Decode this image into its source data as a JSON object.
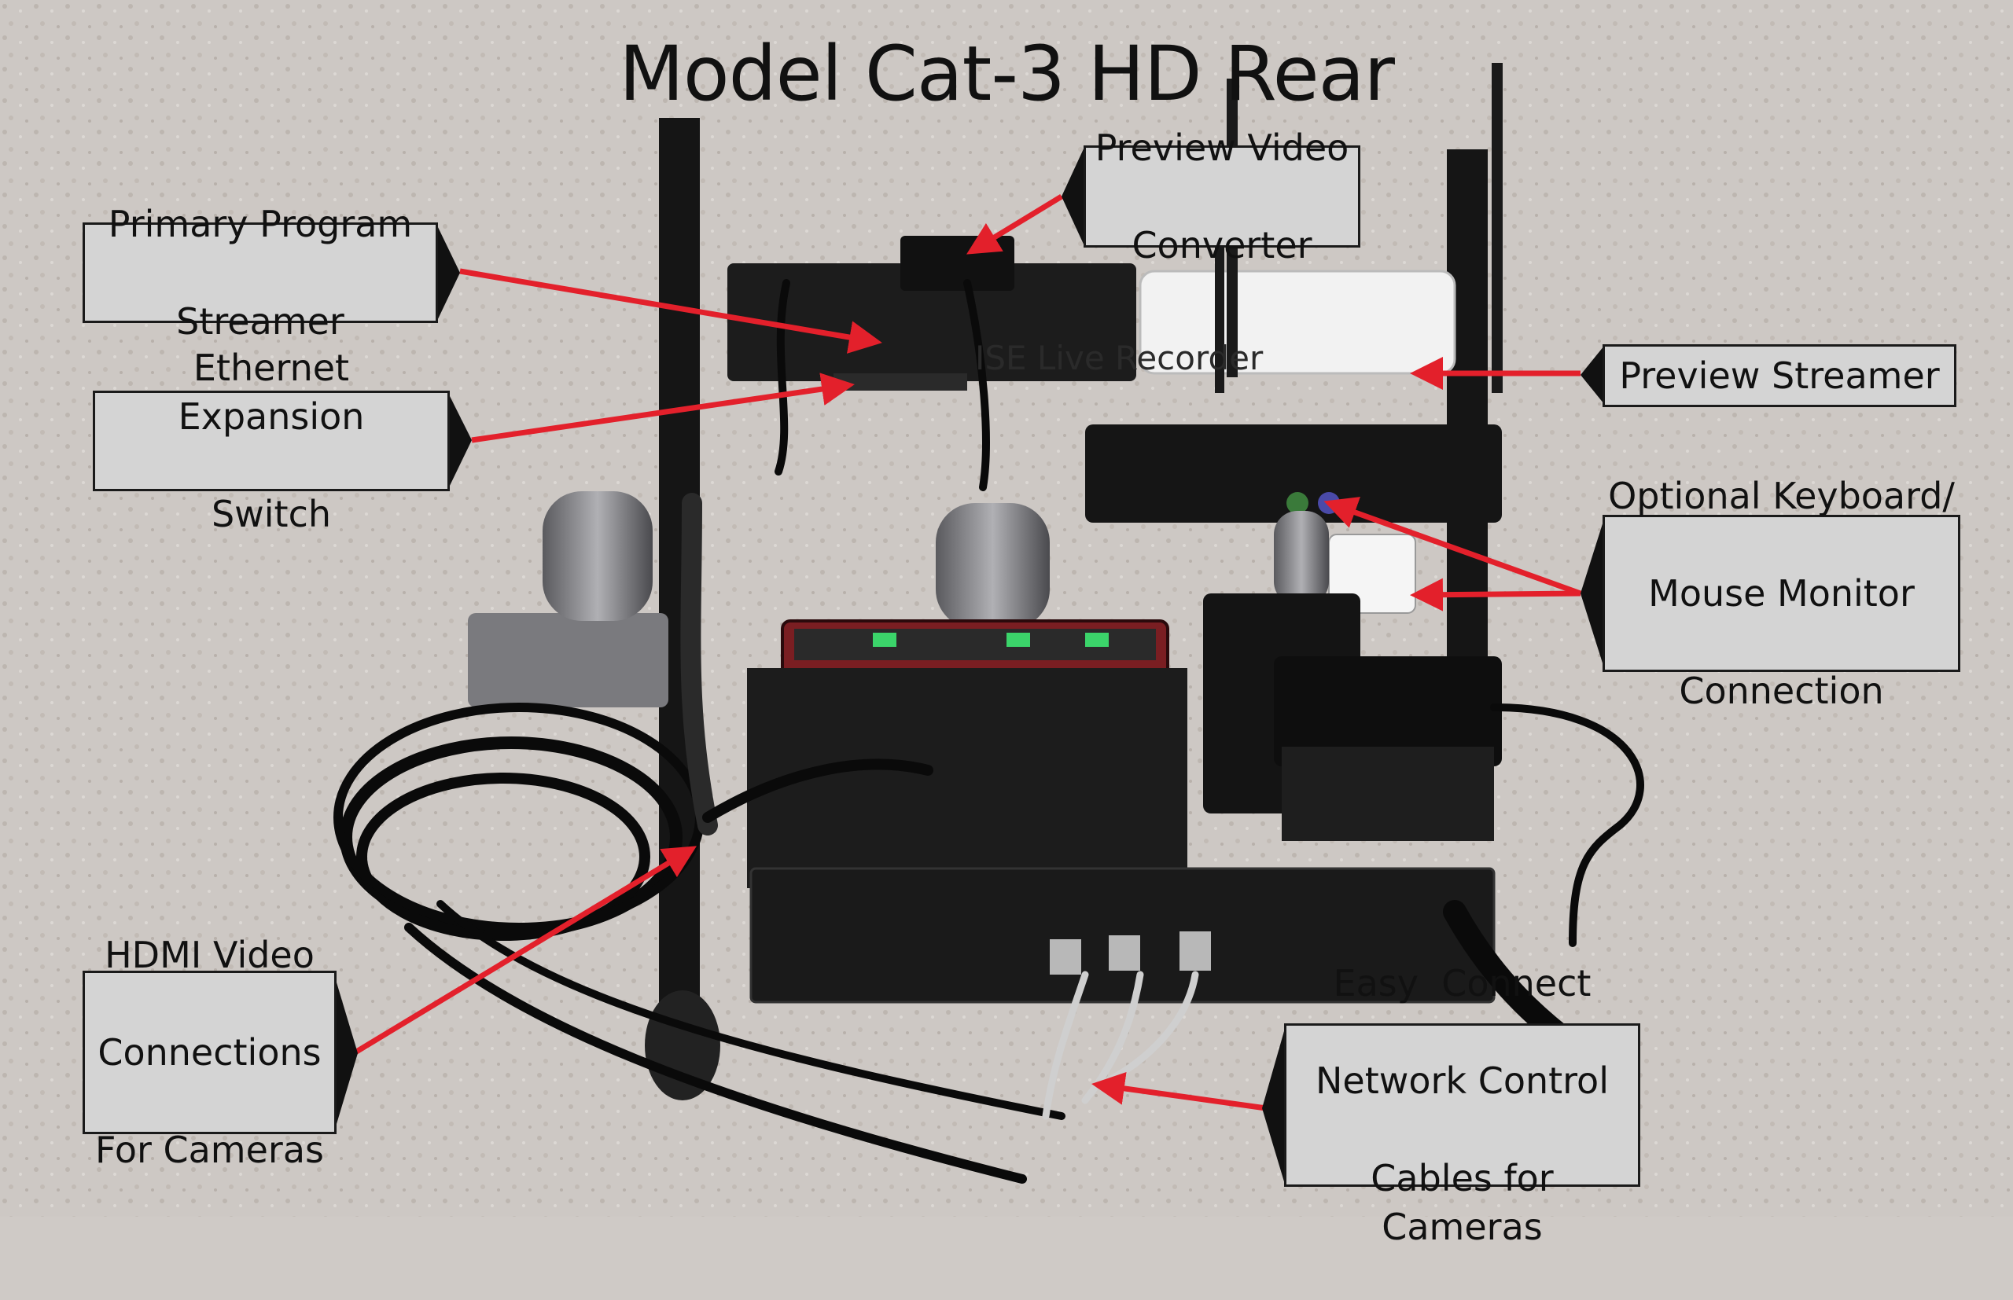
{
  "title": "Model Cat-3 HD Rear",
  "device_label": "ISE Live Recorder",
  "callouts": {
    "primary_program": [
      "Primary Program",
      "Streamer"
    ],
    "ethernet_switch": [
      "Ethernet Expansion",
      "Switch"
    ],
    "preview_converter": [
      "Preview Video",
      "Converter"
    ],
    "preview_streamer": [
      "Preview Streamer"
    ],
    "keyboard_mouse": [
      "Optional Keyboard/",
      "Mouse Monitor",
      "Connection"
    ],
    "hdmi_video": [
      "HDMI Video",
      "Connections",
      "For Cameras"
    ],
    "easy_connect": [
      "Easy  Connect",
      "Network Control",
      "Cables for Cameras"
    ]
  },
  "colors": {
    "arrow": "#e3202b",
    "callout_bg": "#d4d4d4",
    "background": "#cfcac6",
    "equipment": "#151515"
  }
}
